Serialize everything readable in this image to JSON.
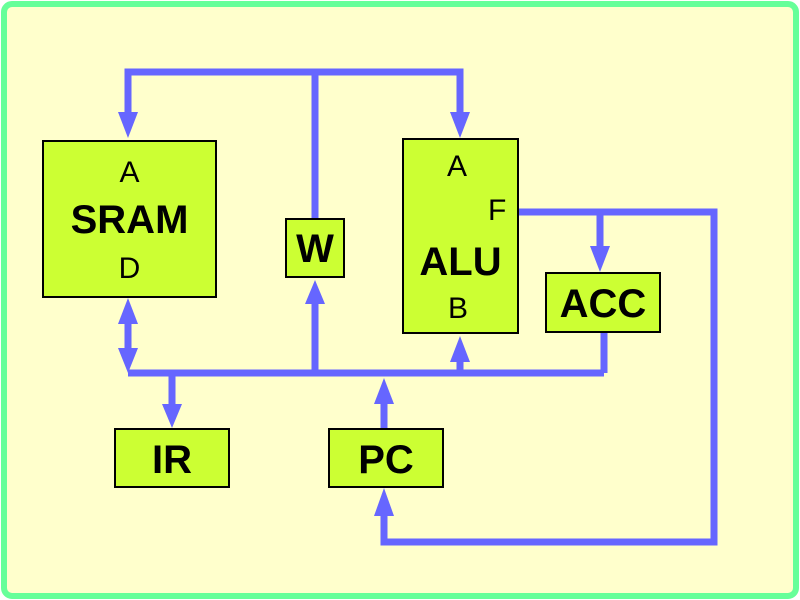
{
  "colors": {
    "background": "#ffffcc",
    "border": "#66ff99",
    "wire": "#6666ff",
    "block_fill": "#ccff33",
    "block_outline": "#000000",
    "text": "#000000"
  },
  "blocks": {
    "sram": {
      "name": "SRAM",
      "port_a": "A",
      "port_d": "D"
    },
    "w": {
      "name": "W"
    },
    "alu": {
      "name": "ALU",
      "port_a": "A",
      "port_f": "F",
      "port_b": "B"
    },
    "acc": {
      "name": "ACC"
    },
    "ir": {
      "name": "IR"
    },
    "pc": {
      "name": "PC"
    }
  }
}
